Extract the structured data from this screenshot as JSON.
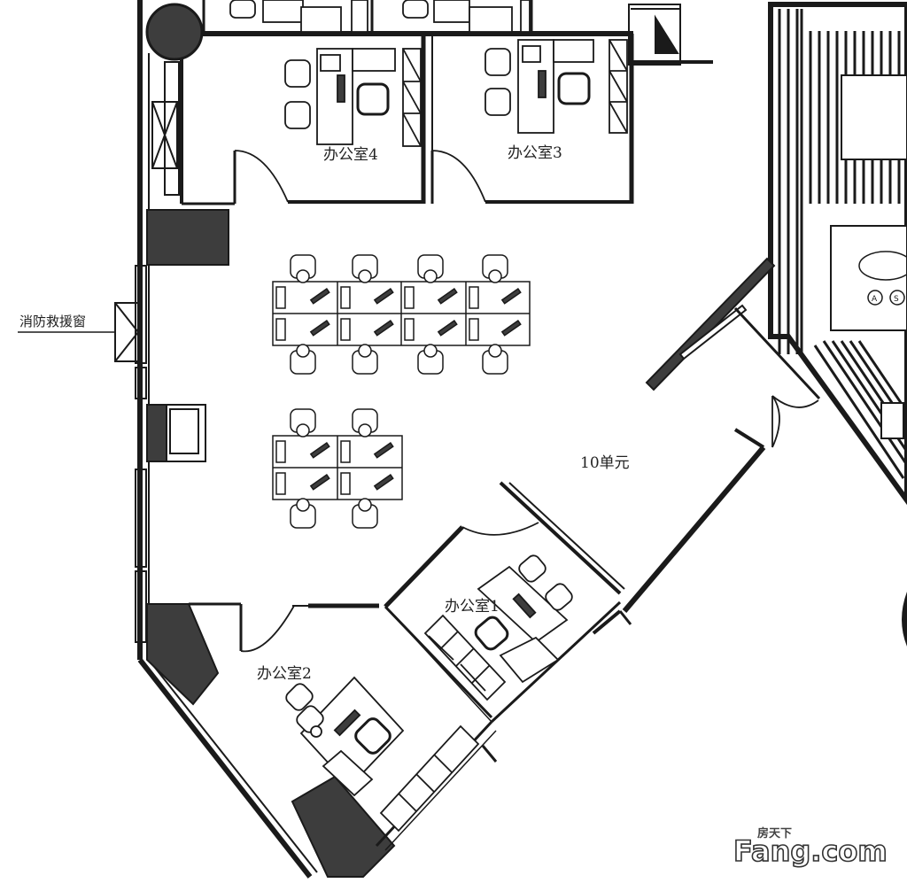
{
  "labels": {
    "office_4": "办公室4",
    "office_3": "办公室3",
    "office_2": "办公室2",
    "office_1": "办公室1",
    "unit": "10单元",
    "fire_window": "消防救援窗"
  },
  "watermark": {
    "top": "房天下",
    "main": "Fang.com"
  },
  "colors": {
    "wall": "#1a1a1a",
    "dark_fill": "#3d3d3d",
    "line": "#2a2a2a",
    "paper": "#ffffff"
  }
}
